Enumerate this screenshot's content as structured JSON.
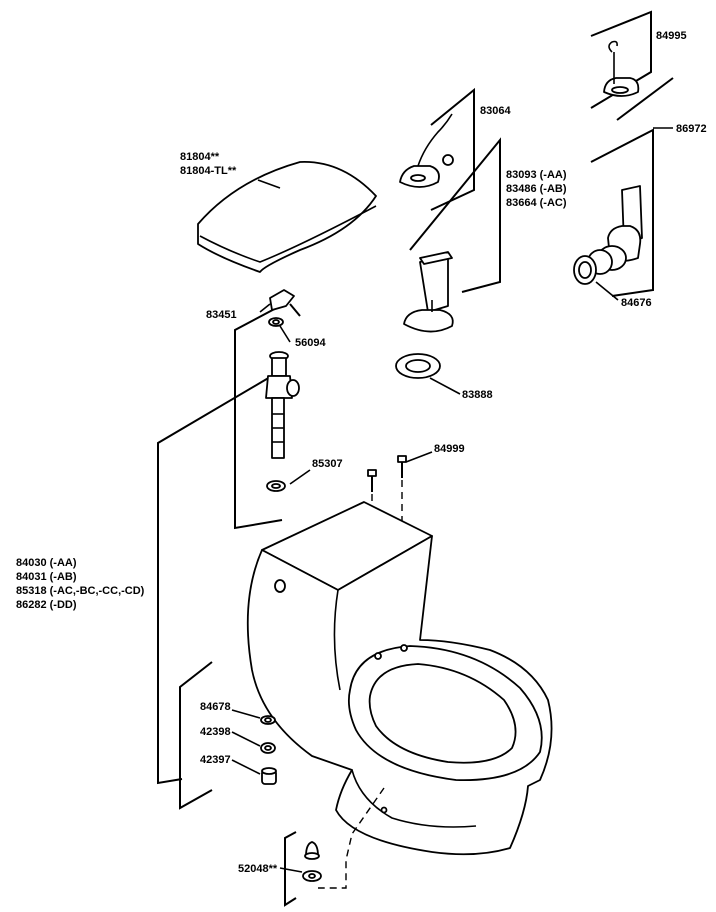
{
  "labels": {
    "p84995": "84995",
    "p86972": "86972",
    "p83064": "83064",
    "p83093": "83093 (-AA)",
    "p83486": "83486 (-AB)",
    "p83664": "83664 (-AC)",
    "p84676": "84676",
    "p81804": "81804**",
    "p81804tl": "81804-TL**",
    "p83451": "83451",
    "p56094": "56094",
    "p83888": "83888",
    "p84999": "84999",
    "p85307": "85307",
    "p84030": "84030 (-AA)",
    "p84031": "84031 (-AB)",
    "p85318": "85318 (-AC,-BC,-CC,-CD)",
    "p86282": "86282 (-DD)",
    "p84678": "84678",
    "p42398": "42398",
    "p42397": "42397",
    "p52048": "52048**"
  }
}
